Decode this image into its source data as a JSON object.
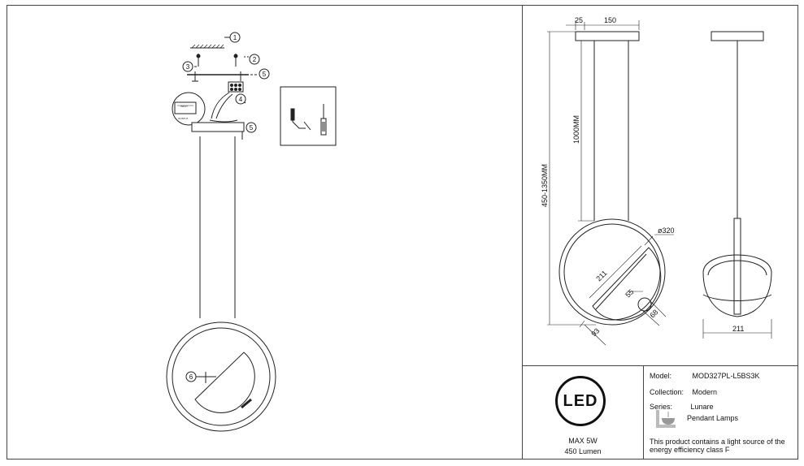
{
  "callouts": {
    "c1": "1",
    "c2": "2",
    "c3": "3",
    "c4": "4",
    "c5a": "5",
    "c5b": "5",
    "c6": "6"
  },
  "detail_labels": {
    "wire_in": "INPUT",
    "wire_out": "OUTPUT"
  },
  "dimensions": {
    "canopy_offset": "25",
    "canopy_width": "150",
    "cable_length": "1000MM",
    "overall_height": "450-1350MM",
    "ring_diameter": "ø320",
    "shade_diag": "211",
    "inner_a": "55",
    "inner_b": "68",
    "bottom_offset": "93",
    "side_width": "211"
  },
  "led": {
    "badge_text": "LED",
    "power": "MAX 5W",
    "lumen": "450 Lumen"
  },
  "product": {
    "model_label": "Model:",
    "model_value": "MOD327PL-L5BS3K",
    "collection_label": "Collection:",
    "collection_value": "Modern",
    "series_label": "Series:",
    "series_value": "Lunare",
    "category_value": "Pendant Lamps",
    "energy_note": "This product contains a light source of the energy efficiency class F"
  }
}
